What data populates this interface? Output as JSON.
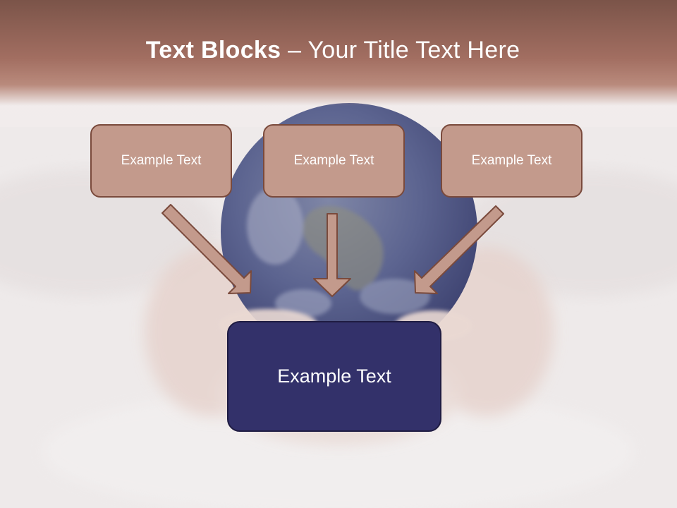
{
  "slide": {
    "title_bold": "Text Blocks",
    "title_sep": " – ",
    "title_rest": "Your Title Text Here",
    "boxes": [
      {
        "label": "Example Text"
      },
      {
        "label": "Example Text"
      },
      {
        "label": "Example Text"
      }
    ],
    "main_box": {
      "label": "Example Text"
    }
  },
  "colors": {
    "header": "#a26e61",
    "box_fill": "#c39a8c",
    "box_border": "#7a4a3c",
    "main_fill": "#33316a",
    "arrow_fill": "#c39a8c"
  }
}
